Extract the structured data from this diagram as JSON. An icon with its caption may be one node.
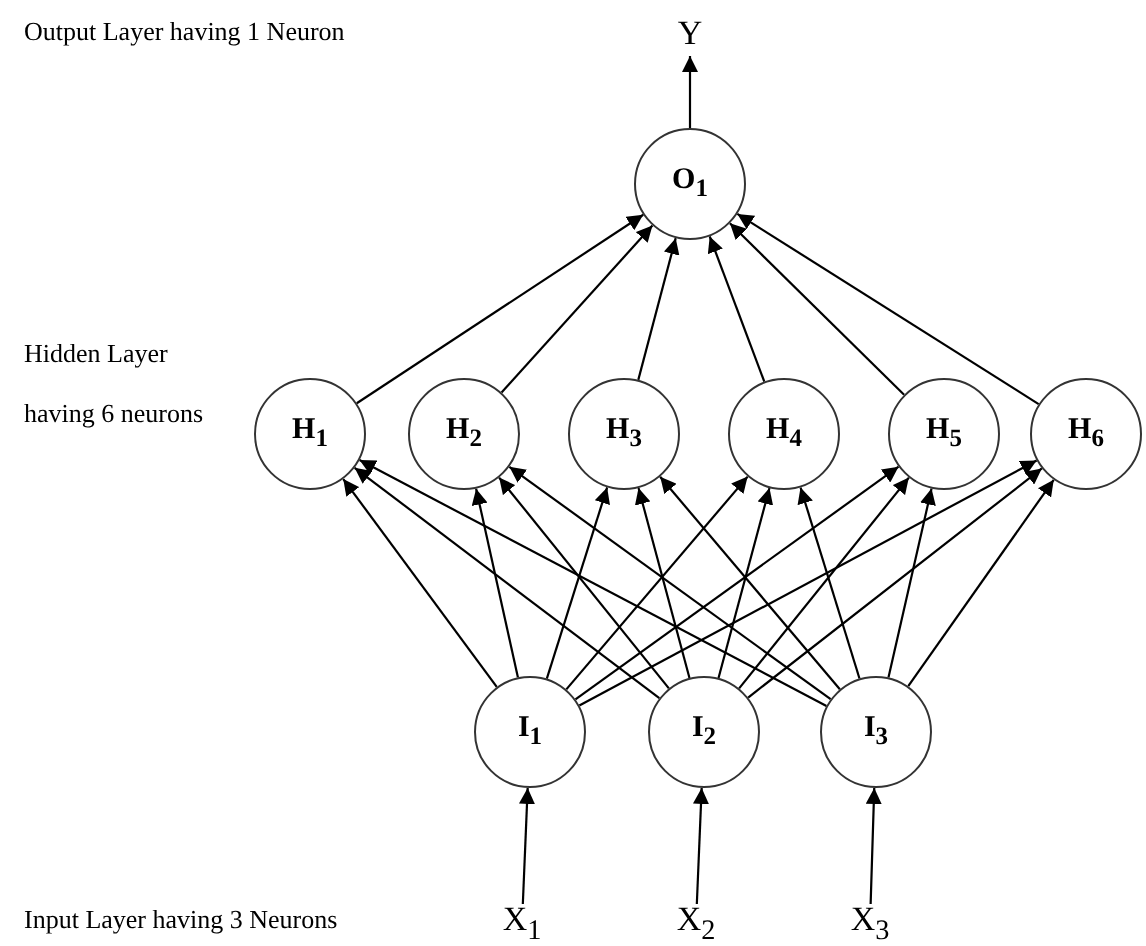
{
  "diagram": {
    "nodes": [
      {
        "text": [
          "Y"
        ]
      },
      {
        "text": [
          "O$_{1}$"
        ]
      },
      {
        "text": [
          "H$_{1}$"
        ]
      },
      {
        "text": [
          "H$_{2}$"
        ]
      },
      {
        "text": [
          "H$_{3}$"
        ]
      },
      {
        "text": [
          "H$_{4}$"
        ]
      },
      {
        "text": [
          "H$_{5}$"
        ]
      },
      {
        "text": [
          "H$_{6}$"
        ]
      },
      {
        "text": [
          "I$_{1}$"
        ]
      },
      {
        "text": [
          "I$_{2}$"
        ]
      },
      {
        "text": [
          "I$_{3}$"
        ]
      },
      {
        "text": [
          "X$_{1}$"
        ]
      },
      {
        "text": [
          "X$_{2}$"
        ]
      },
      {
        "text": [
          "X$_{3}$"
        ]
      }
    ],
    "edges": [
      {
        "from": 1,
        "to": 0,
        "arrow": "to"
      },
      {
        "from": 2,
        "to": 1,
        "arrow": "to"
      },
      {
        "from": 3,
        "to": 1,
        "arrow": "to"
      },
      {
        "from": 4,
        "to": 1,
        "arrow": "to"
      },
      {
        "from": 5,
        "to": 1,
        "arrow": "to"
      },
      {
        "from": 6,
        "to": 1,
        "arrow": "to"
      },
      {
        "from": 7,
        "to": 1,
        "arrow": "to"
      },
      {
        "from": 8,
        "to": 2,
        "arrow": "to"
      },
      {
        "from": 8,
        "to": 3,
        "arrow": "to"
      },
      {
        "from": 8,
        "to": 4,
        "arrow": "to"
      },
      {
        "from": 8,
        "to": 5,
        "arrow": "to"
      },
      {
        "from": 8,
        "to": 6,
        "arrow": "to"
      },
      {
        "from": 8,
        "to": 7,
        "arrow": "to"
      },
      {
        "from": 9,
        "to": 2,
        "arrow": "to"
      },
      {
        "from": 9,
        "to": 3,
        "arrow": "to"
      },
      {
        "from": 9,
        "to": 4,
        "arrow": "to"
      },
      {
        "from": 9,
        "to": 5,
        "arrow": "to"
      },
      {
        "from": 9,
        "to": 6,
        "arrow": "to"
      },
      {
        "from": 9,
        "to": 7,
        "arrow": "to"
      },
      {
        "from": 10,
        "to": 2,
        "arrow": "to"
      },
      {
        "from": 10,
        "to": 3,
        "arrow": "to"
      },
      {
        "from": 10,
        "to": 4,
        "arrow": "to"
      },
      {
        "from": 10,
        "to": 5,
        "arrow": "to"
      },
      {
        "from": 10,
        "to": 6,
        "arrow": "to"
      },
      {
        "from": 10,
        "to": 7,
        "arrow": "to"
      },
      {
        "from": 11,
        "to": 8,
        "arrow": "to"
      },
      {
        "from": 12,
        "to": 9,
        "arrow": "to"
      },
      {
        "from": 13,
        "to": 10,
        "arrow": "to"
      }
    ],
    "labels": [
      "Output Layer having 1 Neuron",
      "Hidden Layer",
      "having 6 neurons",
      "Input Layer having 3 Neurons"
    ]
  }
}
